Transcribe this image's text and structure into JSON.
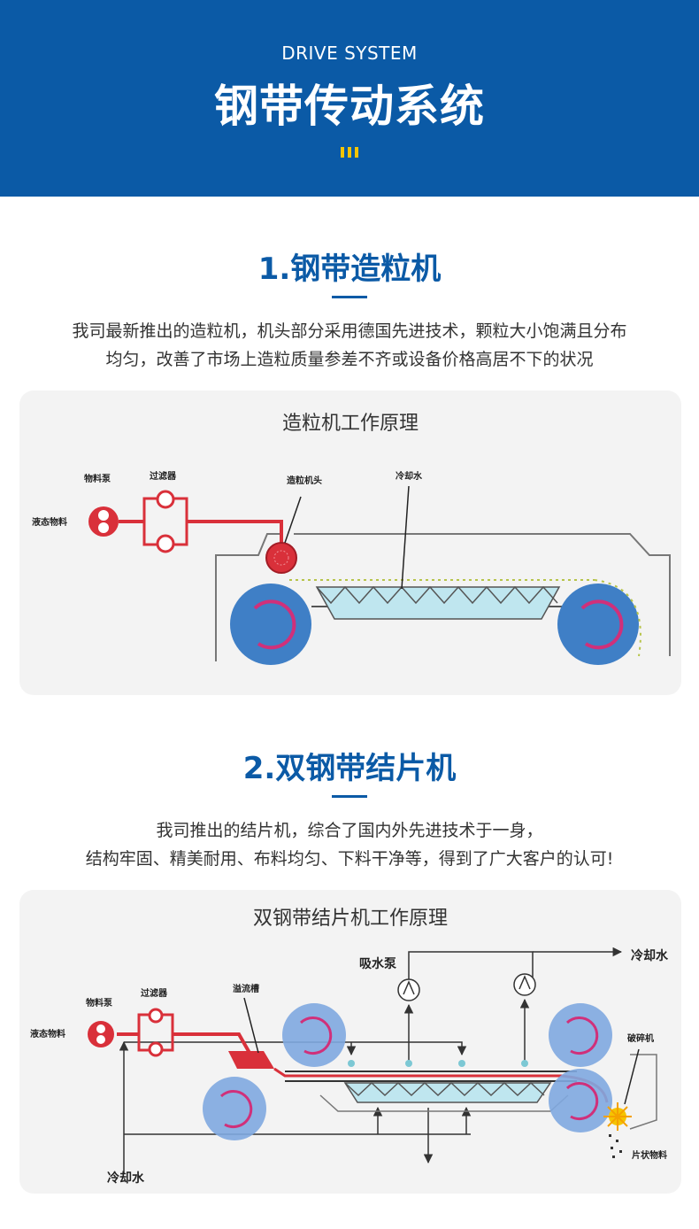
{
  "header": {
    "subtitle_en": "DRIVE SYSTEM",
    "title_zh": "钢带传动系统"
  },
  "section1": {
    "title": "1.钢带造粒机",
    "desc_line1": "我司最新推出的造粒机，机头部分采用德国先进技术，颗粒大小饱满且分布",
    "desc_line2": "均匀，改善了市场上造粒质量参差不齐或设备价格高居不下的状况",
    "diagram": {
      "title": "造粒机工作原理",
      "label_pump": "物料泵",
      "label_filter": "过滤器",
      "label_head": "造粒机头",
      "label_cooling": "冷却水",
      "label_liquid": "液态物料"
    }
  },
  "section2": {
    "title": "2.双钢带结片机",
    "desc_line1": "我司推出的结片机，综合了国内外先进技术于一身，",
    "desc_line2": "结构牢固、精美耐用、布料均匀、下料干净等，得到了广大客户的认可!",
    "diagram": {
      "title": "双钢带结片机工作原理",
      "label_suction_pump": "吸水泵",
      "label_cooling_out": "冷却水",
      "label_pump": "物料泵",
      "label_filter": "过滤器",
      "label_overflow": "溢流槽",
      "label_crusher": "破碎机",
      "label_liquid": "液态物料",
      "label_flake": "片状物料",
      "label_cooling_in": "冷却水"
    }
  },
  "colors": {
    "brand_blue": "#0b5aa6",
    "accent_yellow": "#f5c400",
    "pump_red": "#d9303a",
    "roller_blue": "#3f7fc6",
    "water_cyan": "#bfe6ef"
  }
}
